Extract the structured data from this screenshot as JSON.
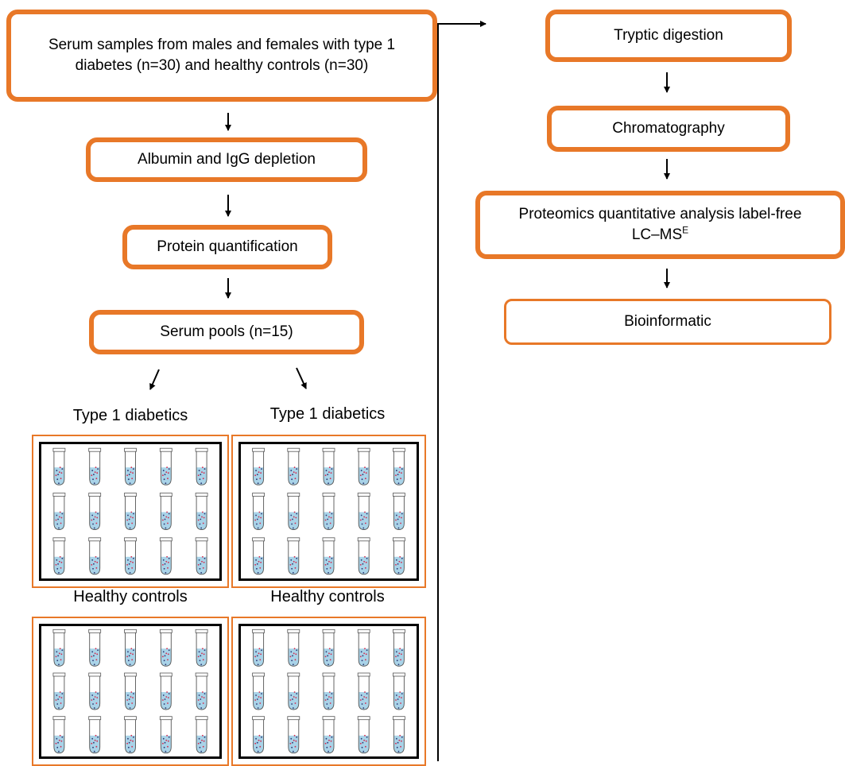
{
  "left_flow": {
    "samples_text": "Serum samples from males and females with type 1 diabetes (n=30) and healthy controls (n=30)",
    "depletion": "Albumin and IgG depletion",
    "quantification": "Protein quantification",
    "pools": "Serum pools (n=15)"
  },
  "groups": {
    "t1d_left": "Type 1 diabetics",
    "t1d_right": "Type 1 diabetics",
    "hc_left": "Healthy controls",
    "hc_right": "Healthy controls"
  },
  "right_flow": {
    "digestion": "Tryptic digestion",
    "chromatography": "Chromatography",
    "proteomics_line1": "Proteomics quantitative analysis label-free",
    "proteomics_line2": "LC–MS",
    "proteomics_sup": "E",
    "bioinformatic": "Bioinformatic"
  },
  "colors": {
    "box_border": "#e87828",
    "tube_liquid": "#a9d3e8",
    "dot_red": "#d6294a",
    "dot_navy": "#2a3572"
  },
  "tubes": {
    "rows": 3,
    "columns": 5
  }
}
